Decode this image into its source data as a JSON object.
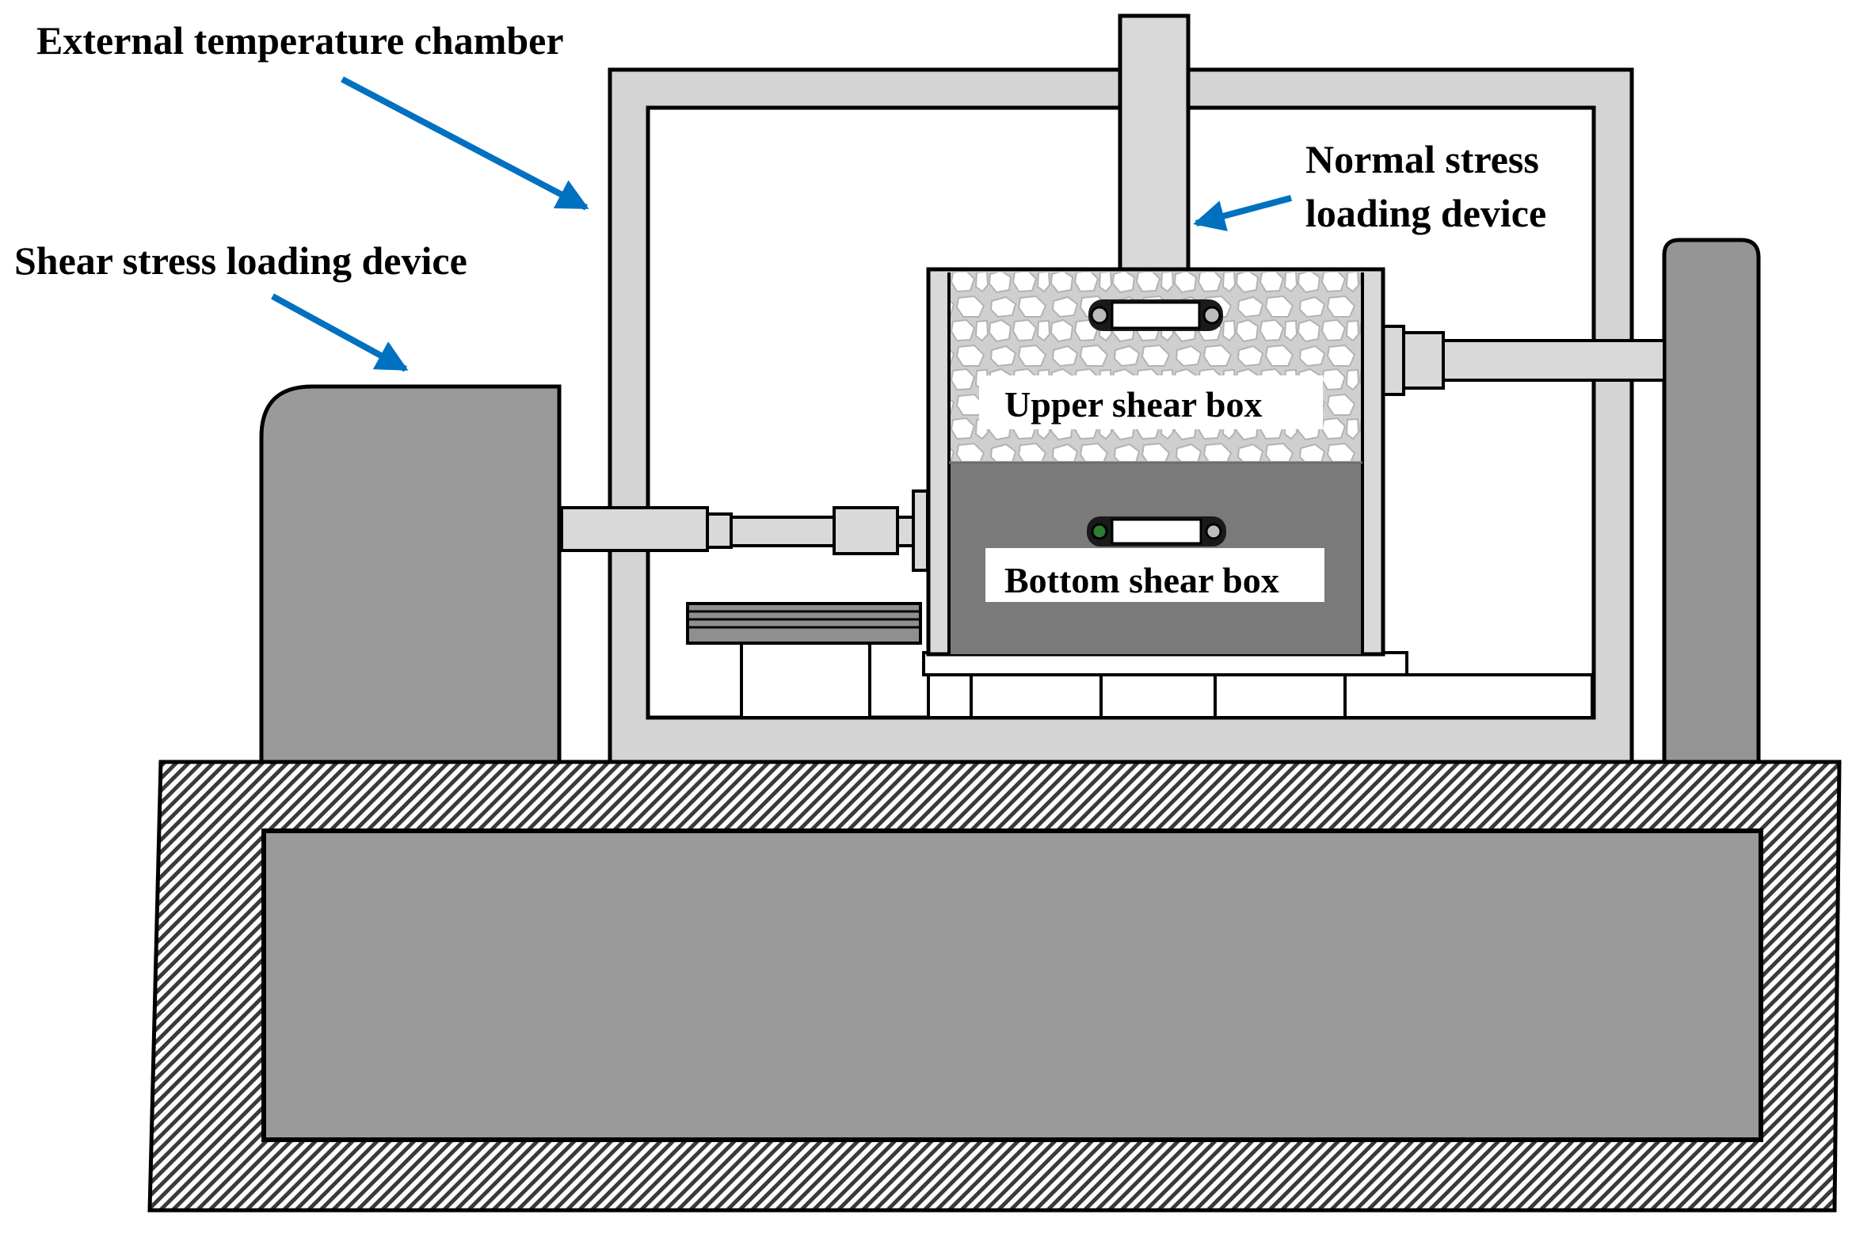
{
  "labels": {
    "external_chamber": "External temperature chamber",
    "normal_stress_line1": "Normal stress",
    "normal_stress_line2": "loading device",
    "shear_stress": "Shear stress loading device",
    "upper_box": "Upper shear box",
    "bottom_box": "Bottom shear box"
  },
  "colors": {
    "outline": "#000000",
    "arrow": "#0070c0",
    "chamber_frame": "#d4d4d4",
    "shear_device": "#9a9a9a",
    "right_post": "#959595",
    "rods": "#d9d9d9",
    "bottom_box_fill": "#7a7a7a",
    "upper_box_fill": "#cfcfcf",
    "base_inner": "#9a9a9a",
    "hatch": "#404040"
  }
}
